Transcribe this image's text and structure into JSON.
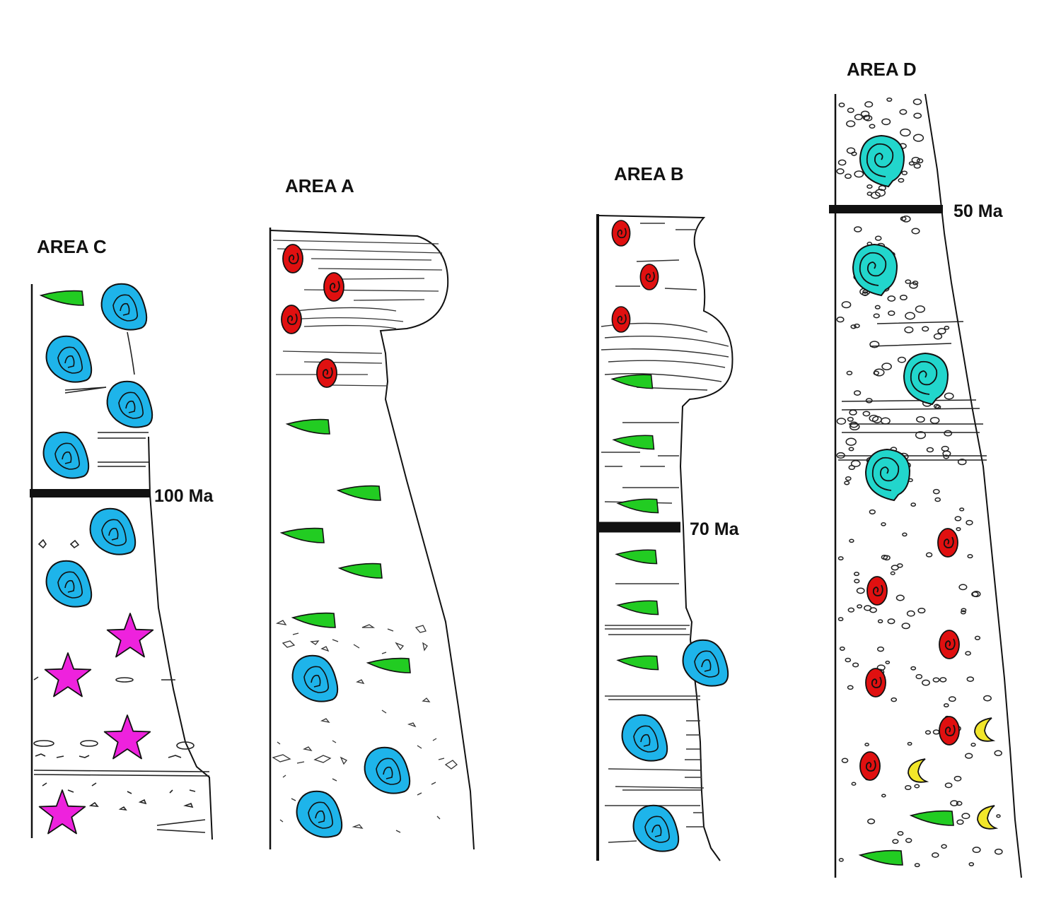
{
  "columns": {
    "area_c": {
      "title": "AREA C",
      "age_label": "100 Ma"
    },
    "area_a": {
      "title": "AREA A"
    },
    "area_b": {
      "title": "AREA B",
      "age_label": "70 Ma"
    },
    "area_d": {
      "title": "AREA D",
      "age_label": "50 Ma"
    }
  },
  "colors": {
    "green_fossil": "#22cc22",
    "blue_fossil": "#1eb4ea",
    "red_fossil": "#e01010",
    "teal_fossil": "#22d6cc",
    "magenta_fossil": "#ee22dd",
    "yellow_fossil": "#f2e62a",
    "line": "#111111"
  },
  "icons": [
    "green-leaf-fossil-icon",
    "blue-oyster-fossil-icon",
    "red-ammonite-fossil-icon",
    "teal-snail-fossil-icon",
    "magenta-star-fossil-icon",
    "yellow-crescent-fossil-icon"
  ]
}
